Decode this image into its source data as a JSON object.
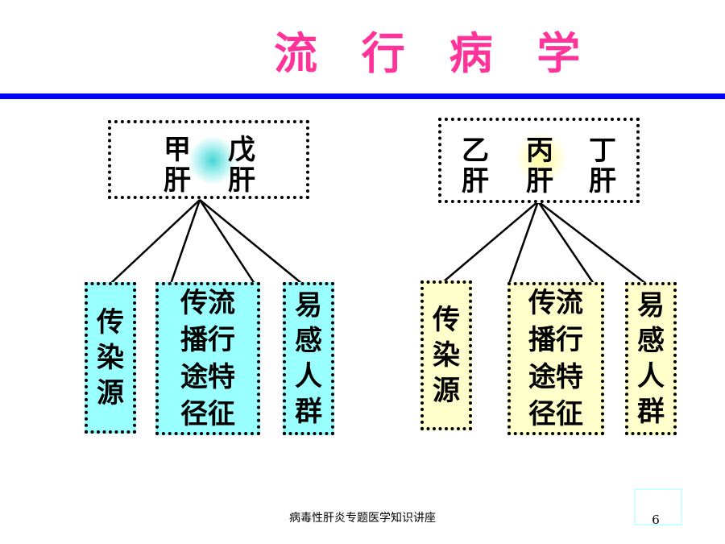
{
  "title": "流 行 病 学",
  "left_group": {
    "types": [
      "甲肝",
      "戊肝"
    ],
    "leaves": [
      "传染源",
      "传流播行途特径征",
      "易感人群"
    ]
  },
  "right_group": {
    "types": [
      "乙肝",
      "丙肝",
      "丁肝"
    ],
    "leaves": [
      "传染源",
      "传流播行途特径征",
      "易感人群"
    ]
  },
  "colors": {
    "title": "#ff3399",
    "rule": "#0000ff",
    "left_fill": "#99ffff",
    "right_fill": "#ffffcc"
  },
  "footer": "病毒性肝炎专题医学知识讲座",
  "page_number": "6"
}
